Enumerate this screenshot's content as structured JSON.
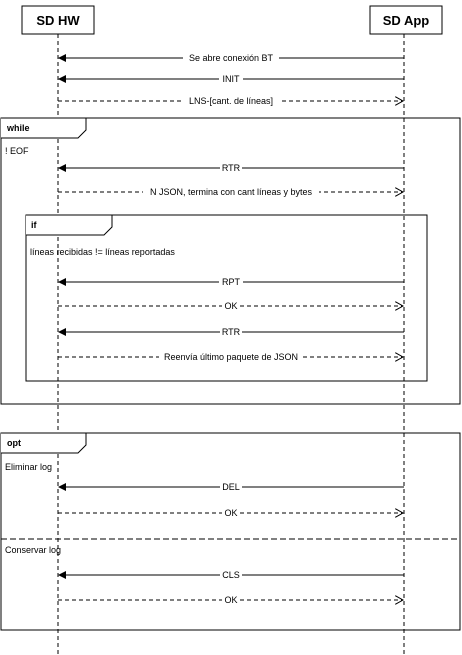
{
  "participants": {
    "hw": "SD HW",
    "app": "SD App"
  },
  "messages": {
    "open_bt": "Se abre conexión BT",
    "init": "INIT",
    "lns": "LNS-[cant. de líneas]",
    "rtr1": "RTR",
    "json": "N JSON, termina con cant líneas y bytes",
    "rpt": "RPT",
    "ok1": "OK",
    "rtr2": "RTR",
    "resend": "Reenvía último paquete de JSON",
    "del": "DEL",
    "ok2": "OK",
    "cls": "CLS",
    "ok3": "OK"
  },
  "frames": {
    "while": {
      "tag": "while",
      "guard": "! EOF"
    },
    "if": {
      "tag": "if",
      "guard": "líneas recibidas != líneas reportadas"
    },
    "opt": {
      "tag": "opt",
      "guard1": "Eliminar log",
      "guard2": "Conservar log"
    }
  }
}
